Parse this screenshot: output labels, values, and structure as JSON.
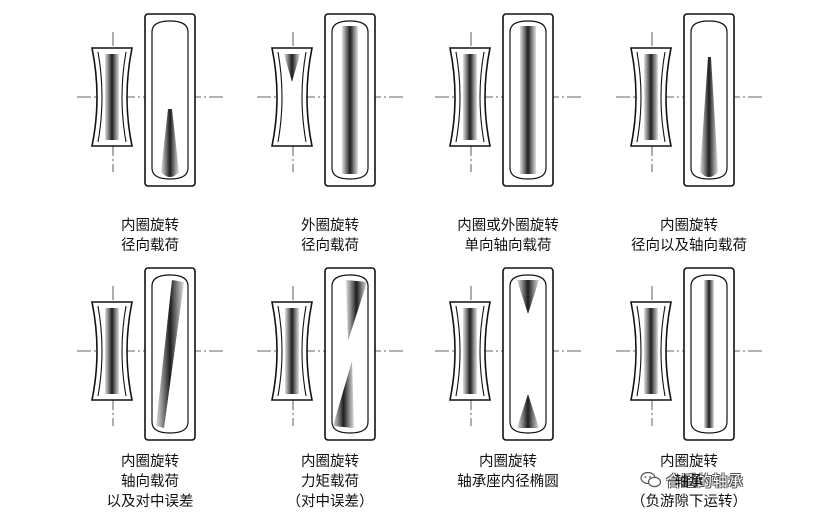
{
  "panels": [
    {
      "id": "inner-rotating-radial",
      "lines": [
        "内圈旋转",
        "径向载荷"
      ],
      "inner_pattern": "band",
      "outer_pattern": "bottom"
    },
    {
      "id": "outer-rotating-radial",
      "lines": [
        "外圈旋转",
        "径向载荷"
      ],
      "inner_pattern": "top-wedge",
      "outer_pattern": "full"
    },
    {
      "id": "either-rotating-axial",
      "lines": [
        "内圈或外圈旋转",
        "单向轴向载荷"
      ],
      "inner_pattern": "band",
      "outer_pattern": "full"
    },
    {
      "id": "inner-rotating-combined",
      "lines": [
        "内圈旋转",
        "径向以及轴向载荷"
      ],
      "inner_pattern": "band",
      "outer_pattern": "bottom-long"
    },
    {
      "id": "inner-rotating-misalign",
      "lines": [
        "内圈旋转",
        "轴向载荷",
        "以及对中误差"
      ],
      "inner_pattern": "band",
      "outer_pattern": "diagonal"
    },
    {
      "id": "inner-rotating-moment",
      "lines": [
        "内圈旋转",
        "力矩载荷",
        "（对中误差）"
      ],
      "inner_pattern": "band",
      "outer_pattern": "moment"
    },
    {
      "id": "inner-rotating-oval-housing",
      "lines": [
        "内圈旋转",
        "轴承座内径椭圆"
      ],
      "inner_pattern": "band",
      "outer_pattern": "oval"
    },
    {
      "id": "inner-rotating-preload",
      "lines": [
        "内圈旋转",
        "轴承",
        "（负游隙下运转）"
      ],
      "inner_pattern": "band",
      "outer_pattern": "full-narrow"
    }
  ],
  "watermark": {
    "icon": "wechat-icon",
    "text": "合适的轴承"
  }
}
